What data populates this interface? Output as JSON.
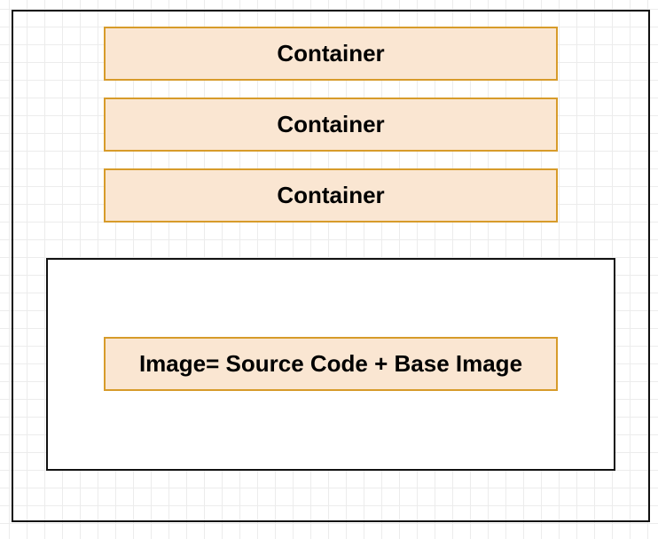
{
  "diagram": {
    "containers": [
      {
        "label": "Container"
      },
      {
        "label": "Container"
      },
      {
        "label": "Container"
      }
    ],
    "image_box": {
      "label": "Image= Source Code + Base Image"
    }
  },
  "colors": {
    "box_fill": "#fae6d2",
    "box_border": "#d79b2a",
    "frame_border": "#111111",
    "grid_line": "#ececec"
  }
}
